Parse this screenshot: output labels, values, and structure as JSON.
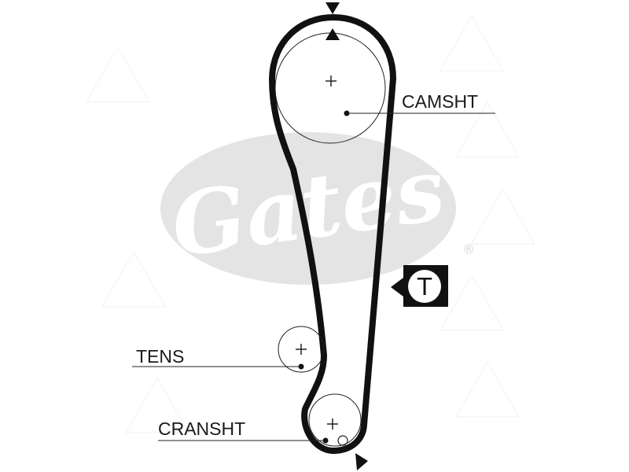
{
  "diagram": {
    "watermark": {
      "brand_text": "Gates",
      "registered_mark": "®",
      "color": "#e6e6e6"
    },
    "belt_color": "#111111",
    "labels": {
      "camshaft": "CAMSHT",
      "tensioner": "TENS",
      "crankshaft": "CRANSHT",
      "tension_marker": "T"
    }
  }
}
